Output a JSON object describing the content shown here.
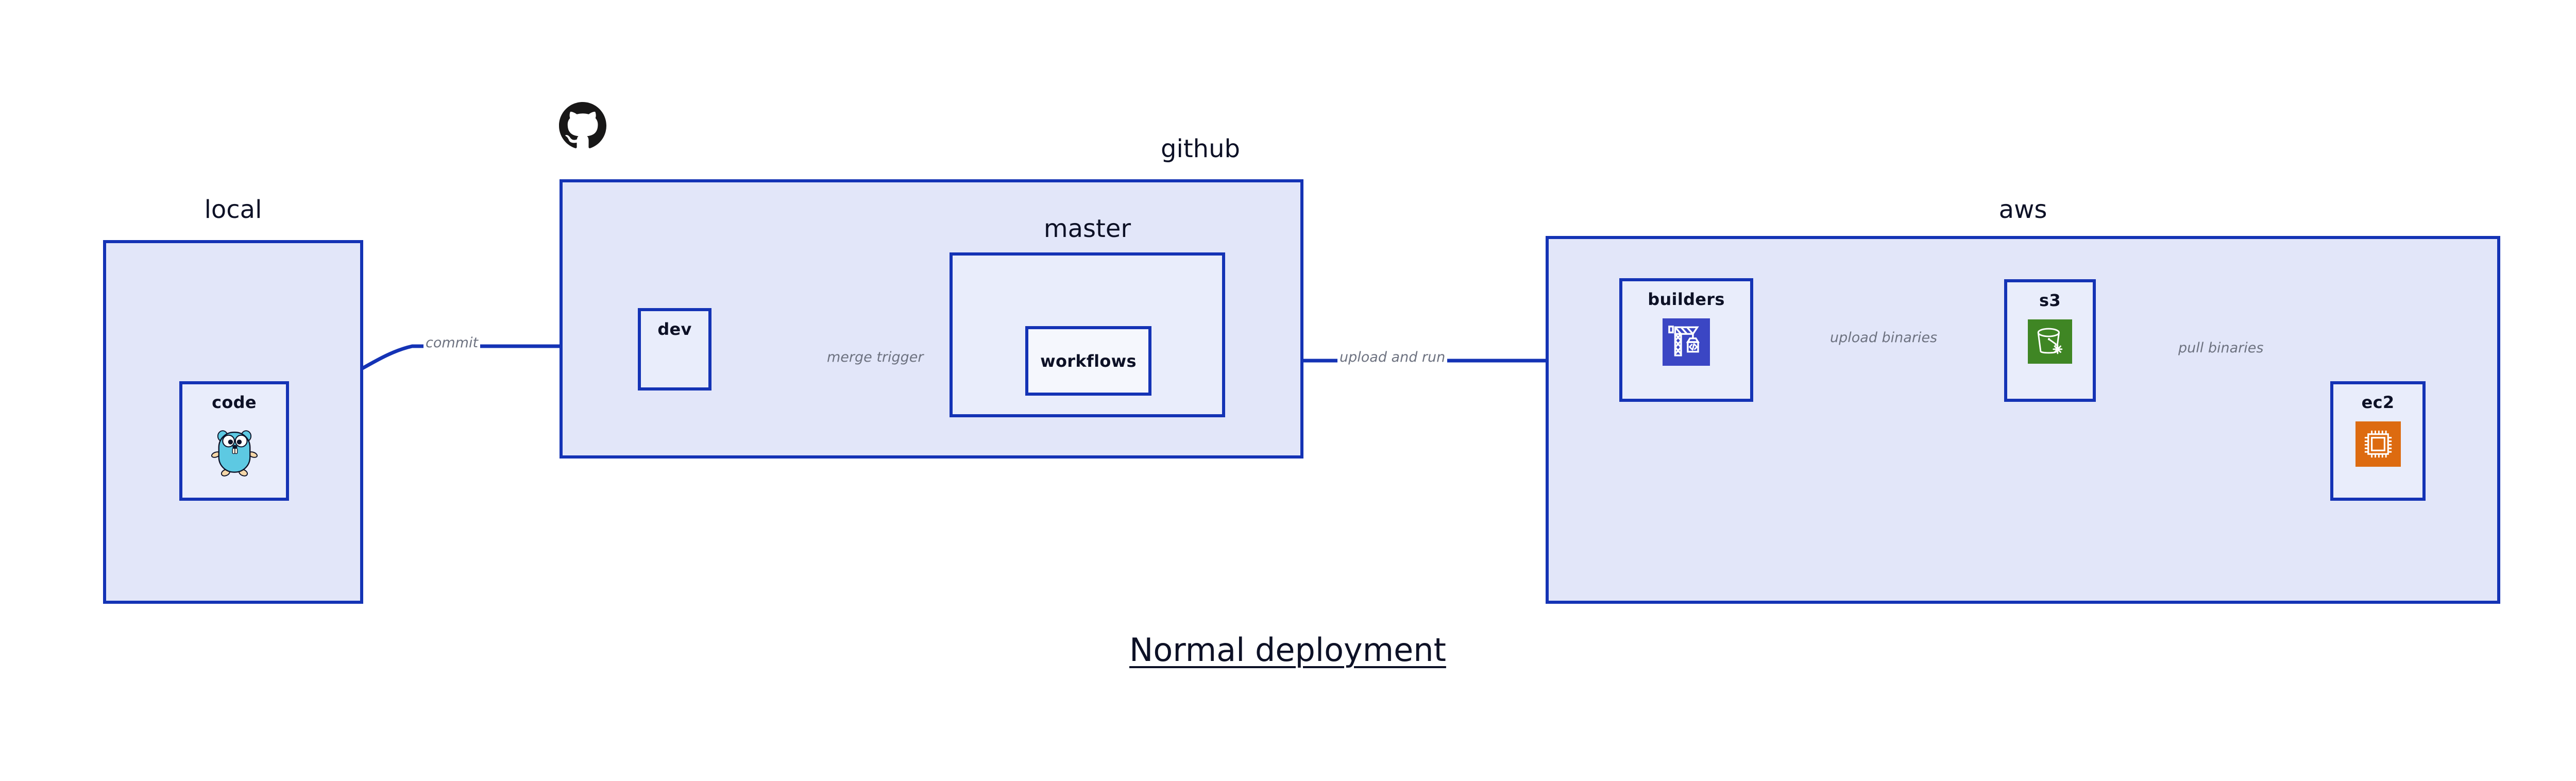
{
  "diagram": {
    "title": "Normal deployment",
    "groups": [
      {
        "id": "local",
        "label": "local"
      },
      {
        "id": "github",
        "label": "github"
      },
      {
        "id": "master",
        "label": "master"
      },
      {
        "id": "aws",
        "label": "aws"
      }
    ],
    "nodes": [
      {
        "id": "code",
        "label": "code",
        "icon": "go-gopher-icon",
        "group": "local"
      },
      {
        "id": "dev",
        "label": "dev",
        "icon": null,
        "group": "github"
      },
      {
        "id": "workflows",
        "label": "workflows",
        "icon": null,
        "group": "master"
      },
      {
        "id": "builders",
        "label": "builders",
        "icon": "aws-crane-icon",
        "group": "aws"
      },
      {
        "id": "s3",
        "label": "s3",
        "icon": "aws-s3-bucket-icon",
        "group": "aws"
      },
      {
        "id": "ec2",
        "label": "ec2",
        "icon": "aws-ec2-chip-icon",
        "group": "aws"
      }
    ],
    "edges": [
      {
        "id": "e1",
        "from": "code",
        "to": "dev",
        "label": "commit"
      },
      {
        "id": "e2",
        "from": "dev",
        "to": "workflows",
        "label": "merge trigger"
      },
      {
        "id": "e3",
        "from": "workflows",
        "to": "builders",
        "label": "upload and run"
      },
      {
        "id": "e4",
        "from": "builders",
        "to": "s3",
        "label": "upload binaries"
      },
      {
        "id": "e5",
        "from": "s3",
        "to": "ec2",
        "label": "pull binaries"
      }
    ],
    "logos": [
      {
        "id": "github-logo",
        "name": "github-octocat-logo"
      }
    ],
    "colors": {
      "edge": "#1433b5",
      "group_border": "#1433b5",
      "group_fill": "#e2e6f9",
      "node_fill": "#e9edfb",
      "node_fill_white": "#f5f7fd",
      "text": "#0d1126",
      "edge_label_text": "#6d7280",
      "builders_icon": "#3b46c4",
      "s3_icon": "#3f8624",
      "ec2_icon": "#dd6b10",
      "gopher": "#5dc9e2",
      "octocat": "#181717"
    }
  }
}
